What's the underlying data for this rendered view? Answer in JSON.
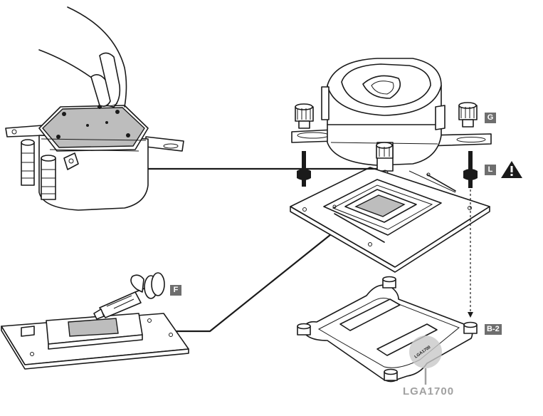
{
  "labels": {
    "g": "G",
    "l": "L",
    "f": "F",
    "b2": "B-2",
    "socket": "LGA1700",
    "bracket_text": "LGA1700"
  },
  "icons": {
    "warning": "warning-triangle-icon",
    "hand": "hand-icon",
    "screw": "thumbscrew-icon",
    "standoff": "standoff-icon",
    "syringe": "thermal-paste-syringe-icon"
  },
  "colors": {
    "line": "#1a1a1a",
    "badge": "#6e6e6e",
    "socket_label": "#a0a0a0",
    "paste": "#bdbdbd"
  }
}
